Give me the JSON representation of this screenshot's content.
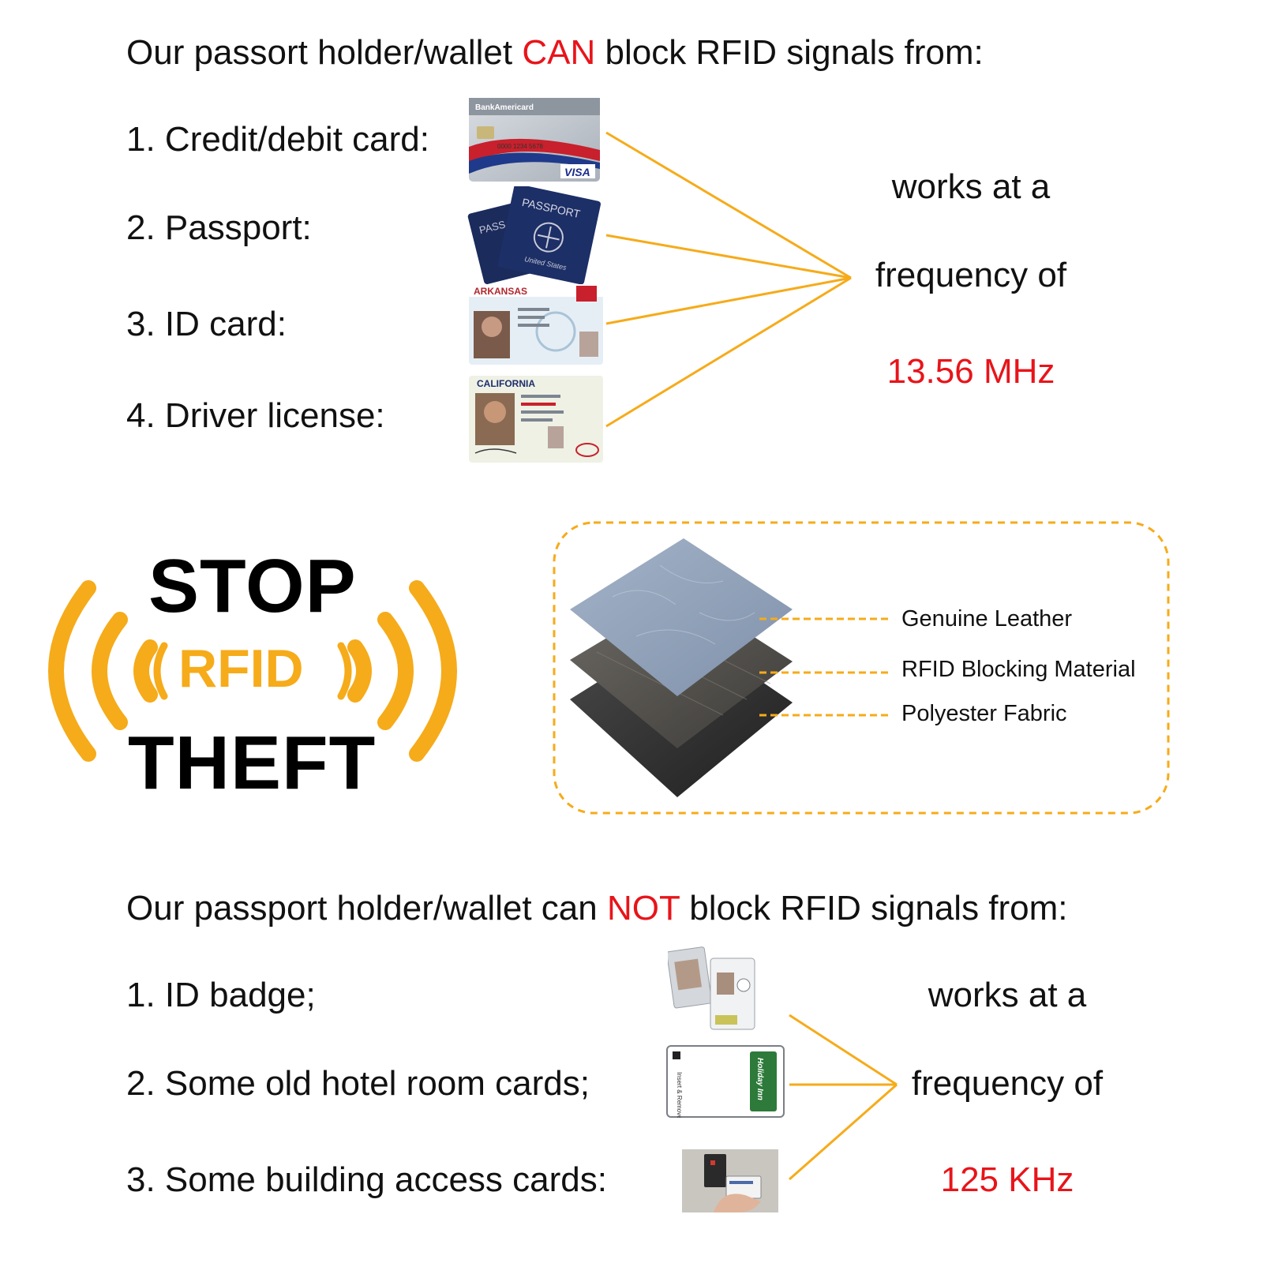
{
  "top": {
    "heading_before": "Our passort holder/wallet ",
    "heading_emph": "CAN",
    "heading_after": " block RFID signals from:",
    "items": [
      {
        "label": "1. Credit/debit card:"
      },
      {
        "label": "2. Passport:"
      },
      {
        "label": "3. ID card:"
      },
      {
        "label": "4. Driver license:"
      }
    ],
    "freq_line1": "works at a",
    "freq_line2": "frequency of",
    "freq_value": "13.56 MHz",
    "card_texts": {
      "credit_bank": "BankAmericard",
      "credit_brand": "VISA",
      "passport_word": "PASSPORT",
      "id_state": "ARKANSAS",
      "license_state": "CALIFORNIA"
    }
  },
  "logo": {
    "stop": "STOP",
    "rfid": "RFID",
    "theft": "THEFT"
  },
  "layers": [
    {
      "label": "Genuine Leather"
    },
    {
      "label": "RFID Blocking Material"
    },
    {
      "label": "Polyester Fabric"
    }
  ],
  "bottom": {
    "heading_before": "Our passport holder/wallet can ",
    "heading_emph": "NOT",
    "heading_after": " block RFID signals from:",
    "items": [
      {
        "label": "1. ID badge;"
      },
      {
        "label": "2. Some old hotel room cards;"
      },
      {
        "label": "3. Some building access cards:"
      }
    ],
    "freq_line1": "works at a",
    "freq_line2": "frequency of",
    "freq_value": "125 KHz",
    "card_texts": {
      "hotel_brand": "Holiday Inn"
    }
  },
  "colors": {
    "accent_orange": "#f6ab1a",
    "emphasis_red": "#e8141a",
    "leather_blue": "#8fa1b9",
    "text_black": "#111111"
  }
}
